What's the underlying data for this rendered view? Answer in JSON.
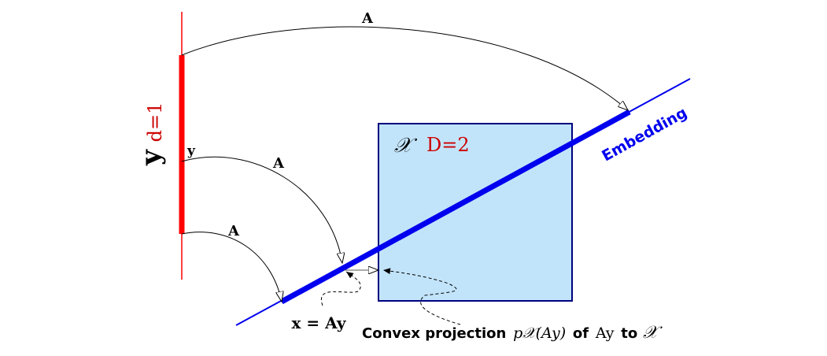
{
  "labels": {
    "map_top": "A",
    "map_middle": "A",
    "map_bottom": "A",
    "y_space": "y",
    "d_dim": "d=1",
    "y_point": "y",
    "x_set": "𝒳",
    "D_dim": "D=2",
    "embedding": "Embedding",
    "x_eq": "x = Ay",
    "caption_1": "Convex projection",
    "caption_math1": "p𝒳(Ay)",
    "caption_2": "of",
    "caption_math2": "Ay",
    "caption_3": "to",
    "caption_math3": "𝒳"
  },
  "colors": {
    "red": "#ff0000",
    "blue": "#0000ee",
    "box_fill": "#c2e4fa",
    "box_stroke": "#00007f",
    "embedding_text": "#0000ee",
    "dim_text": "#cc0000"
  }
}
